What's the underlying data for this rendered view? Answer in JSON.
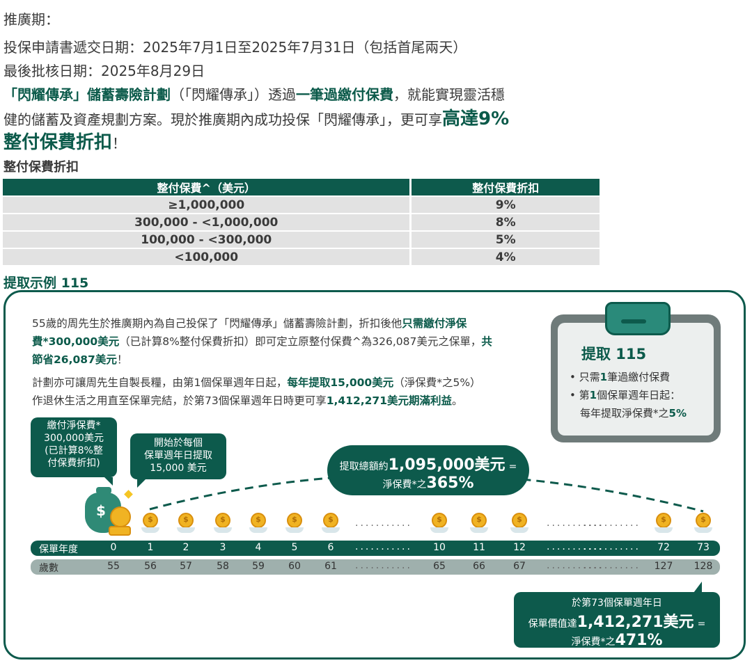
{
  "intro": {
    "period_label": "推廣期：",
    "submission_dates": "投保申請書遞交日期：2025年7月1日至2025年7月31日（包括首尾兩天）",
    "approval_date": "最後批核日期：2025年8月29日",
    "para1_plan": "「閃耀傳承」儲蓄壽險計劃",
    "para1_a": "（「閃耀傳承」）透過",
    "para1_single": "一筆過繳付保費",
    "para1_b": "，就能實現靈活穩",
    "para2_a": "健的儲蓄及資產規劃方案。現於推廣期內成功投保「閃耀傳承」，更可享",
    "para2_big": "高達9%",
    "para3_big": "整付保費折扣",
    "para3_end": "！"
  },
  "discount_table": {
    "heading": "整付保費折扣",
    "col1_header": "整付保費^（美元）",
    "col2_header": "整付保費折扣",
    "rows": [
      {
        "premium": "≥1,000,000",
        "discount": "9%"
      },
      {
        "premium": "300,000 - <1,000,000",
        "discount": "8%"
      },
      {
        "premium": "100,000 - <300,000",
        "discount": "5%"
      },
      {
        "premium": "<100,000",
        "discount": "4%"
      }
    ]
  },
  "example": {
    "heading": "提取示例 115",
    "p1_l1_a": "55歲的周先生於推廣期內為自己投保了「閃耀傳承」儲蓄壽險計劃，折扣後他",
    "p1_l1_b": "只需繳付淨保",
    "p1_l2_a": "費*300,000美元",
    "p1_l2_b": "（已計算8%整付保費折扣）即可定立原整付保費^為326,087美元之保單，",
    "p1_l2_c": "共",
    "p1_l3_a": "節省26,087美元",
    "p1_l3_b": "！",
    "p2_l1_a": "計劃亦可讓周先生自製長糧，由第1個保單週年日起，",
    "p2_l1_b": "每年提取15,000美元",
    "p2_l1_c": "（淨保費*之5%）",
    "p2_l2_a": "作退休生活之用直至保單完結，於第73個保單週年日時更可享",
    "p2_l2_b": "1,412,271美元期滿利益",
    "p2_l2_c": "。",
    "card_title": "提取 115",
    "card_item1_a": "• 只需",
    "card_item1_b": "1",
    "card_item1_c": "筆過繳付保費",
    "card_item2_a": "• 第",
    "card_item2_b": "1",
    "card_item2_c": "個保單週年日起：",
    "card_item3_a": "每年提取淨保費*之",
    "card_item3_b": "5%",
    "bubble_premium": [
      "繳付淨保費*",
      "300,000美元",
      "(已計算8%整",
      "付保費折扣)"
    ],
    "bubble_withdraw": [
      "開始於每個",
      "保單週年日提取",
      "15,000 美元"
    ],
    "total_a": "提取總額約",
    "total_b": "1,095,000美元",
    "total_c": "=",
    "total_d": "淨保費*之",
    "total_e": "365%",
    "maturity_l1": "於第73個保單週年日",
    "maturity_l2_a": "保單價值達",
    "maturity_l2_b": "1,412,271美元",
    "maturity_l2_c": "=",
    "maturity_l3_a": "淨保費*之",
    "maturity_l3_b": "471%",
    "row_year_label": "保單年度",
    "row_age_label": "歲數",
    "years": [
      "0",
      "1",
      "2",
      "3",
      "4",
      "5",
      "6",
      "10",
      "11",
      "12",
      "72",
      "73"
    ],
    "ages": [
      "55",
      "56",
      "57",
      "58",
      "59",
      "60",
      "61",
      "65",
      "66",
      "67",
      "127",
      "128"
    ],
    "ellipsis": "..........."
  },
  "colors": {
    "brand_green": "#0d5a4c",
    "gray_bar": "#9fb0ad",
    "coin": "#f0b323"
  }
}
